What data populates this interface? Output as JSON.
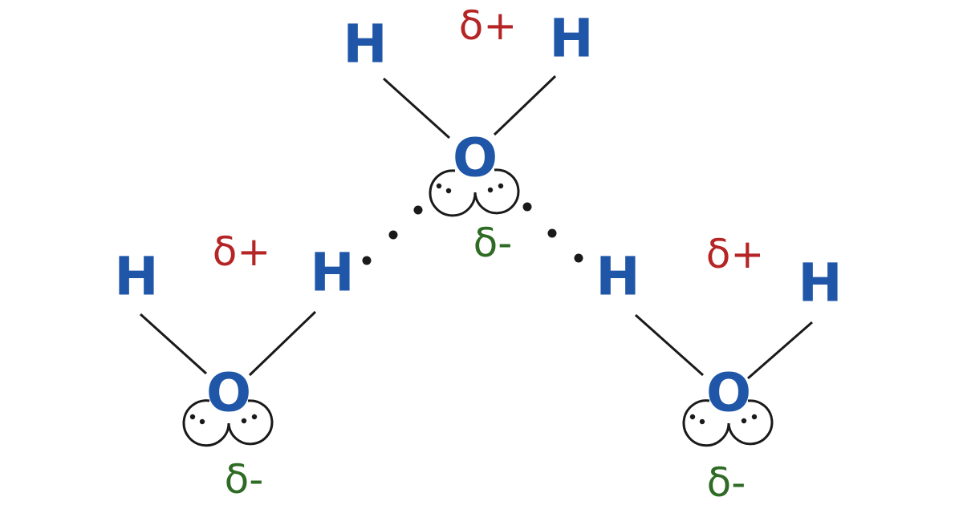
{
  "colors": {
    "atom": "#1f56a8",
    "positive": "#b52525",
    "negative": "#2e6b24",
    "bond": "#1a1a1a",
    "electrons": "#1a1a1a"
  },
  "molecules": [
    {
      "id": "top",
      "oxygen": "O",
      "hydrogen_left": "H",
      "hydrogen_right": "H",
      "partial_positive": "δ+",
      "partial_negative": "δ-"
    },
    {
      "id": "left",
      "oxygen": "O",
      "hydrogen_left": "H",
      "hydrogen_right": "H",
      "partial_positive": "δ+",
      "partial_negative": "δ-"
    },
    {
      "id": "right",
      "oxygen": "O",
      "hydrogen_left": "H",
      "hydrogen_right": "H",
      "partial_positive": "δ+",
      "partial_negative": "δ-"
    }
  ]
}
